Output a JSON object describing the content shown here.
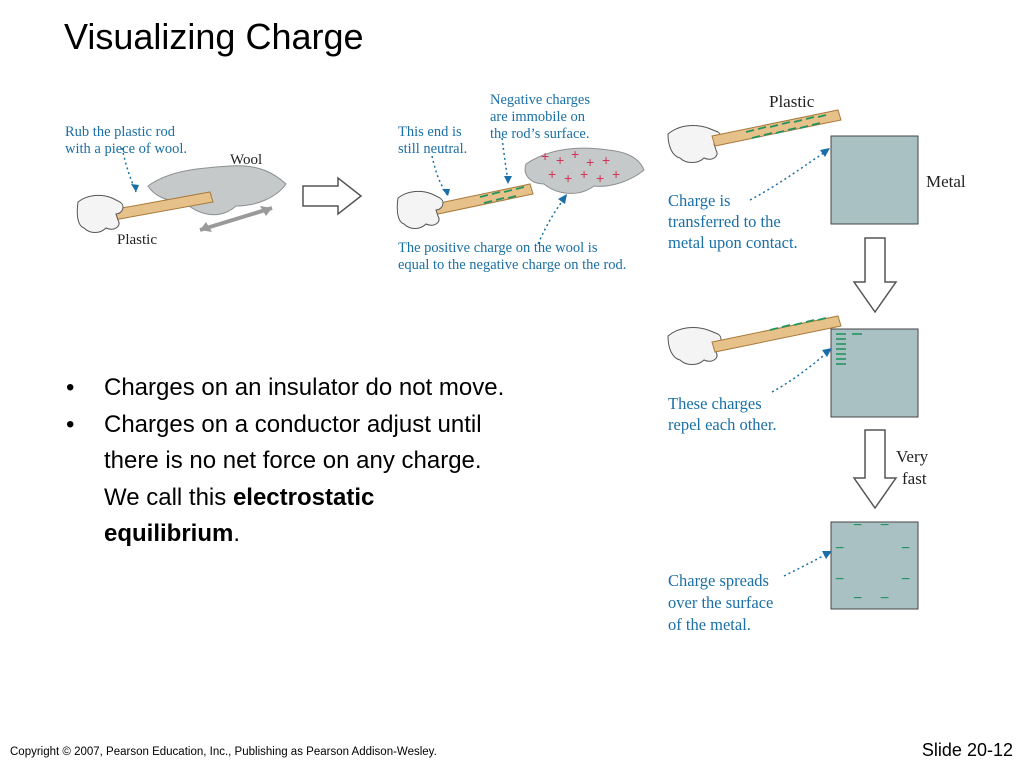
{
  "slide": {
    "title": "Visualizing Charge",
    "footer_copyright": "Copyright © 2007, Pearson Education, Inc., Publishing as Pearson Addison-Wesley.",
    "slide_number": "Slide 20-12"
  },
  "bullets": [
    {
      "marker": "•",
      "text": "Charges on an insulator do not move."
    },
    {
      "marker": "•",
      "text_lines": [
        "Charges on a conductor adjust until",
        "there is no net force on any charge.",
        "We call this "
      ],
      "bold_1": "electrostatic",
      "bold_2": "equilibrium",
      "tail": "."
    }
  ],
  "figure_left": {
    "caption_rub": [
      "Rub the plastic rod",
      "with a piece of wool."
    ],
    "label_wool": "Wool",
    "label_plastic": "Plastic",
    "caption_neutral": [
      "This end is",
      "still neutral."
    ],
    "caption_immobile": [
      "Negative charges",
      "are immobile on",
      "the rod’s surface."
    ],
    "caption_positive": [
      "The positive charge on the wool is",
      "equal to the negative charge on the rod."
    ],
    "plus_sign": "+"
  },
  "figure_right": {
    "label_plastic": "Plastic",
    "label_metal": "Metal",
    "caption_transfer": [
      "Charge is",
      "transferred to the",
      "metal upon contact."
    ],
    "caption_repel": [
      "These charges",
      "repel each other."
    ],
    "label_fast": [
      "Very",
      "fast"
    ],
    "caption_spread": [
      "Charge spreads",
      "over the surface",
      "of the metal."
    ],
    "minus_sign": "−"
  },
  "colors": {
    "caption_blue": "#1a6fa6",
    "metal_fill": "#a9c1c3",
    "rod_tan": "#e7c18a",
    "rod_edge": "#a87a3c",
    "charge_green": "#23945e",
    "plus_red": "#d0325a",
    "wool_gray": "#c6c9ca"
  }
}
